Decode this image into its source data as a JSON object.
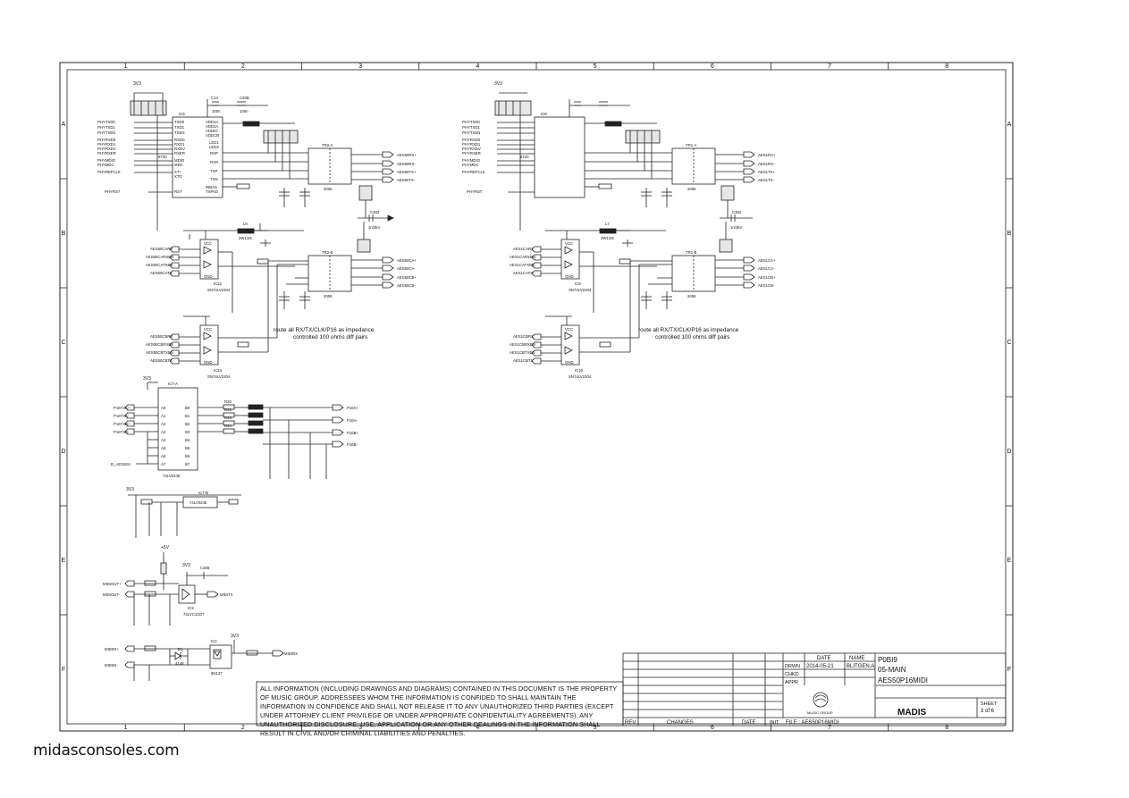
{
  "frame": {
    "columns": [
      "1",
      "2",
      "3",
      "4",
      "5",
      "6",
      "7",
      "8"
    ],
    "rows": [
      "A",
      "B",
      "C",
      "D",
      "E",
      "F"
    ]
  },
  "phy_a": {
    "power_label": "3V3",
    "ic_label": "IC9",
    "part": "8720",
    "caps": [
      "C14",
      "100n",
      "C20B",
      "100n"
    ],
    "left_nets": [
      "PHYTXD0",
      "PHYTXD1",
      "PHYTXEN",
      "PHYRXD0",
      "PHYRXD1",
      "PHYRXDV",
      "PHYRXER",
      "PHYMDIO",
      "PHYMDC",
      "PHYREFCLK",
      "PHYRST"
    ],
    "pins": [
      "TXD0",
      "TXD1",
      "TXEN",
      "RXD0",
      "RXD1",
      "RXDV",
      "RXER",
      "MDIO",
      "MDC",
      "XTI",
      "XTO",
      "RST",
      "RBIAS",
      "TXPAD"
    ],
    "supply_pins": [
      "VDD1A",
      "VDD2A",
      "VDDIO",
      "VDDCR",
      "LED1",
      "LED2"
    ],
    "port_pins": [
      "RXP",
      "RXN",
      "TXP",
      "TXN"
    ],
    "transformer": "TR2-A",
    "transformer_b": "TR2-B",
    "transformer_part": "2006",
    "out_nets": [
      "AES50RX+",
      "AES50RX-",
      "AES50TX+",
      "AES50TX-"
    ],
    "out_nets_b": [
      "AES50CA+",
      "AES50CA-",
      "AES50CB+",
      "AES50CB-"
    ],
    "cap_label": "C302",
    "cap_value": "1n/2kV"
  },
  "phy_b": {
    "power_label": "3V3",
    "ic_label": "IC8",
    "part": "8720",
    "left_nets": [
      "PHYTXD0",
      "PHYTXD1",
      "PHYTXEN",
      "PHYRXD0",
      "PHYRXD1",
      "PHYRXDV",
      "PHYRXER",
      "PHYMDIO",
      "PHYMDC",
      "PHYREFCLK",
      "PHYRST"
    ],
    "transformer": "TR1-A",
    "transformer_b": "TR1-B",
    "transformer_part": "2006",
    "out_nets": [
      "AES1RX+",
      "AES1RX-",
      "AES1TX+",
      "AES1TX-"
    ],
    "out_nets_b": [
      "AES1CA+",
      "AES1CA-",
      "AES1CB+",
      "AES1CB-"
    ],
    "cap_label": "C302",
    "cap_value": "1n/2kV"
  },
  "buffers_a": {
    "top_ic": "IC12",
    "top_part": "SN74LV2204",
    "top_nets": [
      "AES50CARX",
      "AES50CARXEN",
      "AES50CATXEN",
      "AES50CATX"
    ],
    "bot_ic": "IC13",
    "bot_part": "SN74LV2204",
    "bot_nets": [
      "AES50CBRX",
      "AES50CBRXEN",
      "AES50CBTXEN",
      "AES50CBTX"
    ],
    "vcc": "VCC",
    "gnd": "GND",
    "inductor": "L6",
    "inductor_part": "2W1/25",
    "note_line1": "route all RX/TX/CLK/P16 as impedance",
    "note_line2": "controlled 100 ohms diff pairs"
  },
  "buffers_b": {
    "top_ic": "IC9",
    "top_part": "SN74LV2204",
    "top_nets": [
      "AES1CARX",
      "AES1CARXEN",
      "AES1CATXEN",
      "AES1CATX"
    ],
    "bot_ic": "IC10",
    "bot_part": "SN74LV2204",
    "bot_nets": [
      "AES1CBRX",
      "AES1CBRXEN",
      "AES1CBTXEN",
      "AES1CBTX"
    ],
    "vcc": "VCC",
    "gnd": "GND",
    "inductor": "L7",
    "inductor_part": "2W1/25",
    "note_line1": "route all RX/TX/CLK/P16 as impedance",
    "note_line2": "controlled 100 ohms diff pairs"
  },
  "p16_buffer": {
    "power_label": "3V3",
    "ic_label": "IC7-A",
    "part": "74LV0245",
    "in_nets": [
      "P16TXA+",
      "P16TXA-",
      "P16TXB+",
      "P16TXB-"
    ],
    "enable_net": "D_AES50U",
    "a_pins": [
      "A0",
      "A1",
      "A2",
      "A3",
      "A4",
      "A5",
      "A6",
      "A7"
    ],
    "b_pins": [
      "B0",
      "B1",
      "B2",
      "B3",
      "B4",
      "B5",
      "B6",
      "B7"
    ],
    "resistors": [
      "R20",
      "R22",
      "R23",
      "R24"
    ],
    "out_nets": [
      "P16A+",
      "P16A-",
      "P16B+",
      "P16B-"
    ]
  },
  "p16_buffer_b": {
    "power_label": "3V3",
    "ic_label": "IC7-B",
    "part": "74LV0245"
  },
  "midi_out": {
    "power_label": "+5V",
    "power_label_2": "3V3",
    "cap": "C306",
    "in_nets": [
      "MIDIOUT+",
      "MIDIOUT-"
    ],
    "ic_label": "IC3",
    "part": "74LVC1G07",
    "out_net": "MIDITX"
  },
  "midi_in": {
    "power_label": "3V3",
    "ic_label": "IC4",
    "part": "6N137",
    "diode": "D1",
    "diode_part": "4148",
    "in_nets": [
      "MIDIIN+",
      "MIDIIN-"
    ],
    "out_net": "MIDIRX"
  },
  "notice_text": "ALL INFORMATION (INCLUDING DRAWINGS AND DIAGRAMS) CONTAINED IN THIS DOCUMENT IS THE PROPERTY OF MUSIC GROUP. ADDRESSEES WHOM THE INFORMATION IS CONFIDED TO SHALL MAINTAIN THE INFORMATION IN CONFIDENCE AND SHALL NOT RELEASE IT TO ANY UNAUTHORIZED THIRD PARTIES (EXCEPT UNDER ATTORNEY CLIENT PRIVILEGE OR UNDER APPROPRIATE CONFIDENTIALITY AGREEMENTS). ANY UNAUTHORIZED DISCLOSURE, USE, APPLICATION OR ANY OTHER DEALINGS IN THE INFORMATION SHALL RESULT IN CIVIL AND/OR CRIMINAL LIABILITIES AND PENALTIES.",
  "title_block": {
    "hdr_date": "DATE",
    "hdr_name": "NAME",
    "drwn": "DRWN",
    "drwn_date": "2014-05-21",
    "drwn_name": "BLITGEN.A",
    "chkd": "CHKD",
    "appr": "APPR",
    "rev": "REV",
    "changes": "CHANGES",
    "date": "DATE",
    "init": "INIT",
    "file": "FILE : AES50P16MIDI",
    "project": "P0BI9",
    "sheet_name": "05-MAIN",
    "schematic": "AES50P16MIDI",
    "logo_text": "MUSIC GROUP",
    "product": "MADIS",
    "sheet_label": "SHEET",
    "sheet_num": "3 of 6"
  },
  "watermark": "midasconsoles.com"
}
